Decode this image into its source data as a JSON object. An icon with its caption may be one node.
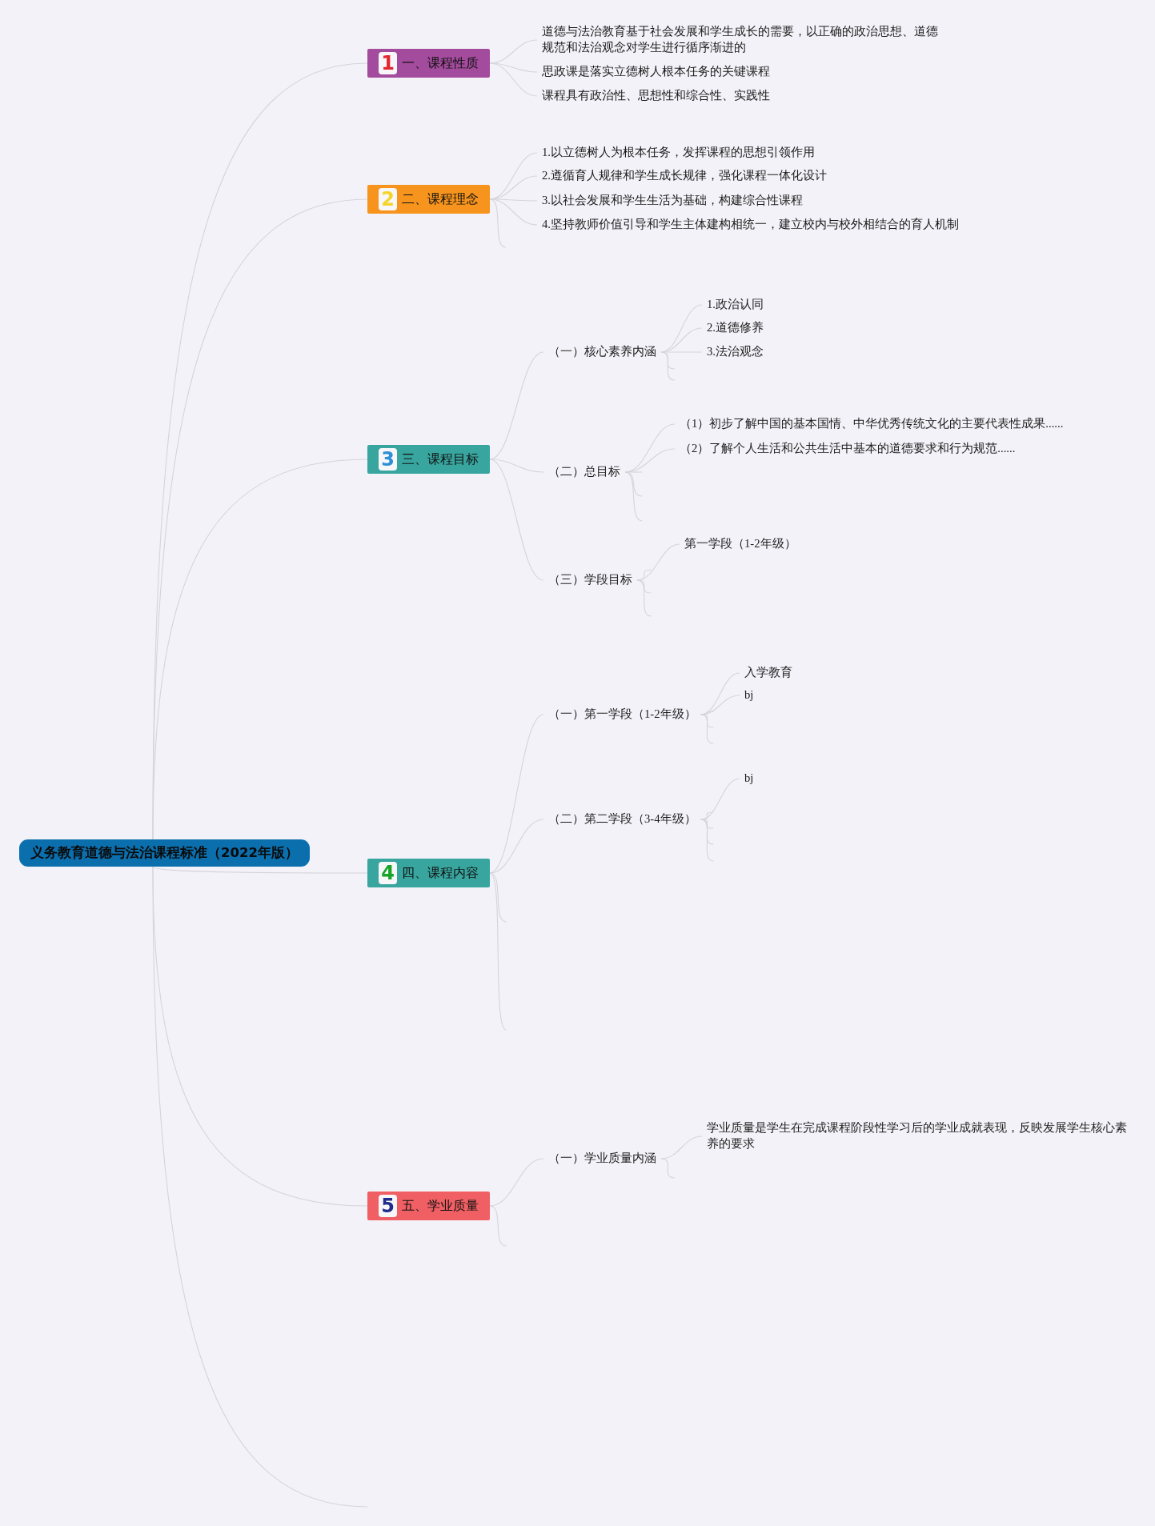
{
  "diagram": {
    "nodes": [
      {
        "text": [
          "义务教育道德与法治课程标准（2022年版）"
        ]
      },
      {
        "text": [
          "1",
          "一、课程性质"
        ]
      },
      {
        "text": [
          "道德与法治教育基于社会发展和学生成长的需要，以正确的政治思想、道德规范和法治观念对学生进行循序渐进的"
        ]
      },
      {
        "text": [
          "思政课是落实立德树人根本任务的关键课程"
        ]
      },
      {
        "text": [
          "课程具有政治性、思想性和综合性、实践性"
        ]
      },
      {
        "text": [
          "2",
          "二、课程理念"
        ]
      },
      {
        "text": [
          "1.以立德树人为根本任务，发挥课程的思想引领作用"
        ]
      },
      {
        "text": [
          "2.遵循育人规律和学生成长规律，强化课程一体化设计"
        ]
      },
      {
        "text": [
          "3.以社会发展和学生生活为基础，构建综合性课程"
        ]
      },
      {
        "text": [
          "4.坚持教师价值引导和学生主体建构相统一，建立校内与校外相结合的育人机制"
        ]
      },
      {
        "text": [
          "3",
          "三、课程目标"
        ]
      },
      {
        "text": [
          "（一）核心素养内涵"
        ]
      },
      {
        "text": [
          "1.政治认同"
        ]
      },
      {
        "text": [
          "2.道德修养"
        ]
      },
      {
        "text": [
          "3.法治观念"
        ]
      },
      {
        "text": [
          "（二）总目标"
        ]
      },
      {
        "text": [
          "（1）初步了解中国的基本国情、中华优秀传统文化的主要代表性成果......"
        ]
      },
      {
        "text": [
          "（2）了解个人生活和公共生活中基本的道德要求和行为规范......"
        ]
      },
      {
        "text": [
          "（三）学段目标"
        ]
      },
      {
        "text": [
          "第一学段（1-2年级）"
        ]
      },
      {
        "text": [
          "4",
          "四、课程内容"
        ]
      },
      {
        "text": [
          "（一）第一学段（1-2年级）"
        ]
      },
      {
        "text": [
          "入学教育"
        ]
      },
      {
        "text": [
          "bj"
        ]
      },
      {
        "text": [
          "（二）第二学段（3-4年级）"
        ]
      },
      {
        "text": [
          "bj"
        ]
      },
      {
        "text": [
          "5",
          "五、学业质量"
        ]
      },
      {
        "text": [
          "（一）学业质量内涵"
        ]
      },
      {
        "text": [
          "学业质量是学生在完成课程阶段性学习后的学业成就表现，反映发展学生核心素养的要求"
        ]
      }
    ],
    "edges": [
      {
        "from": 0,
        "to": 1,
        "arrow": "none"
      },
      {
        "from": 0,
        "to": 5,
        "arrow": "none"
      },
      {
        "from": 0,
        "to": 10,
        "arrow": "none"
      },
      {
        "from": 0,
        "to": 20,
        "arrow": "none"
      },
      {
        "from": 0,
        "to": 26,
        "arrow": "none"
      },
      {
        "from": 0,
        "to": null,
        "arrow": "none"
      },
      {
        "from": 1,
        "to": 2,
        "arrow": "none"
      },
      {
        "from": 1,
        "to": 3,
        "arrow": "none"
      },
      {
        "from": 1,
        "to": 4,
        "arrow": "none"
      },
      {
        "from": 5,
        "to": 6,
        "arrow": "none"
      },
      {
        "from": 5,
        "to": 7,
        "arrow": "none"
      },
      {
        "from": 5,
        "to": 8,
        "arrow": "none"
      },
      {
        "from": 5,
        "to": 9,
        "arrow": "none"
      },
      {
        "from": 5,
        "to": null,
        "arrow": "none"
      },
      {
        "from": 10,
        "to": 11,
        "arrow": "none"
      },
      {
        "from": 10,
        "to": 15,
        "arrow": "none"
      },
      {
        "from": 10,
        "to": 18,
        "arrow": "none"
      },
      {
        "from": 11,
        "to": 12,
        "arrow": "none"
      },
      {
        "from": 11,
        "to": 13,
        "arrow": "none"
      },
      {
        "from": 11,
        "to": 14,
        "arrow": "none"
      },
      {
        "from": 11,
        "to": null,
        "arrow": "none"
      },
      {
        "from": 11,
        "to": null,
        "arrow": "none"
      },
      {
        "from": 15,
        "to": 16,
        "arrow": "none"
      },
      {
        "from": 15,
        "to": 17,
        "arrow": "none"
      },
      {
        "from": 15,
        "to": null,
        "arrow": "none"
      },
      {
        "from": 15,
        "to": null,
        "arrow": "none"
      },
      {
        "from": 15,
        "to": null,
        "arrow": "none"
      },
      {
        "from": 18,
        "to": 19,
        "arrow": "none"
      },
      {
        "from": 18,
        "to": null,
        "arrow": "none"
      },
      {
        "from": 18,
        "to": null,
        "arrow": "none"
      },
      {
        "from": 18,
        "to": null,
        "arrow": "none"
      },
      {
        "from": 20,
        "to": 21,
        "arrow": "none"
      },
      {
        "from": 20,
        "to": 24,
        "arrow": "none"
      },
      {
        "from": 20,
        "to": null,
        "arrow": "none"
      },
      {
        "from": 20,
        "to": null,
        "arrow": "none"
      },
      {
        "from": 21,
        "to": 22,
        "arrow": "none"
      },
      {
        "from": 21,
        "to": 23,
        "arrow": "none"
      },
      {
        "from": 21,
        "to": null,
        "arrow": "none"
      },
      {
        "from": 21,
        "to": null,
        "arrow": "none"
      },
      {
        "from": 21,
        "to": null,
        "arrow": "none"
      },
      {
        "from": 24,
        "to": 25,
        "arrow": "none"
      },
      {
        "from": 24,
        "to": null,
        "arrow": "none"
      },
      {
        "from": 24,
        "to": null,
        "arrow": "none"
      },
      {
        "from": 24,
        "to": null,
        "arrow": "none"
      },
      {
        "from": 24,
        "to": null,
        "arrow": "none"
      },
      {
        "from": 26,
        "to": 27,
        "arrow": "none"
      },
      {
        "from": 26,
        "to": null,
        "arrow": "none"
      },
      {
        "from": 27,
        "to": 28,
        "arrow": "none"
      },
      {
        "from": 27,
        "to": null,
        "arrow": "none"
      }
    ]
  }
}
